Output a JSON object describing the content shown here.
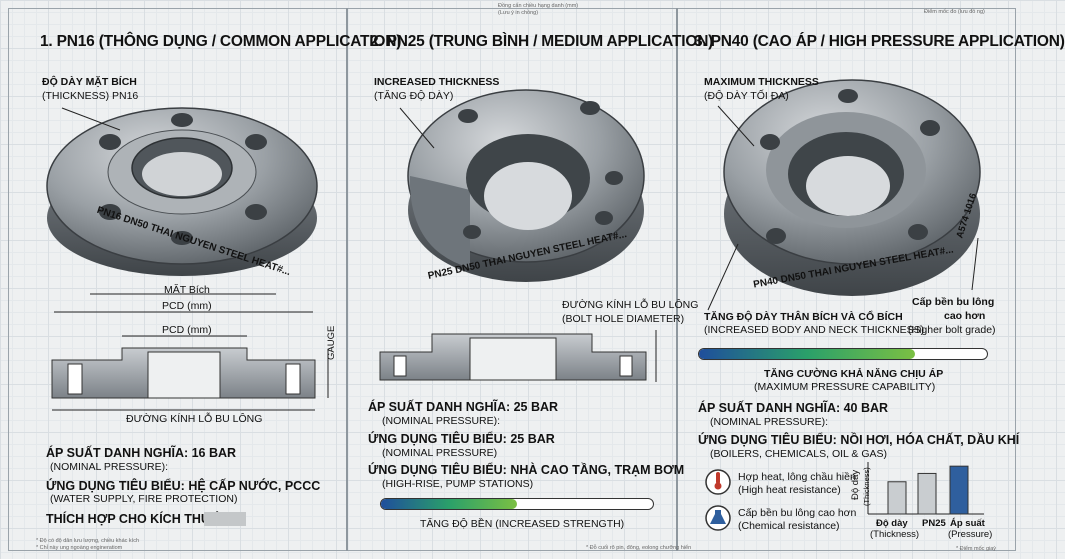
{
  "header": {
    "top_note": "Đồng cấn chiều hạng danh (mm)",
    "top_note2": "(Lưu ý in chồng)",
    "corner_note": "Điểm mốc đo (lưu đồ ng)"
  },
  "panels": [
    {
      "title": "1. PN16 (THÔNG DỤNG / COMMON APPLICATION)",
      "callout_vn": "ĐỘ DÀY MẶT BÍCH",
      "callout_en": "(THICKNESS) PN16",
      "flange_text": "PN16 DN50 THAI NGUYEN STEEL HEAT#...",
      "dim1": "MẶT Bích",
      "dim2": "PCD (mm)",
      "dim3": "PCD (mm)",
      "gauge": "GAUGE",
      "dim4": "ĐƯỜNG KÍNH LỖ BU LÔNG",
      "spec1_vn": "ÁP SUẤT DANH NGHĨA: 16 BAR",
      "spec1_en": "(NOMINAL PRESSURE):",
      "spec2_vn": "ỨNG DỤNG TIÊU BIỂU: HỆ CẤP NƯỚC, PCCC",
      "spec2_en": "(WATER SUPPLY, FIRE PROTECTION)",
      "spec3_vn": "THÍCH HỢP CHO KÍCH THƯỚC:",
      "foot1": "* Độ có độ dân lưu lượng, chiều khác kích",
      "foot2": "* Chỉ này ung ngoàng engineratiom"
    },
    {
      "title": "2. PN25 (TRUNG BÌNH / MEDIUM APPLICATION)",
      "callout_en": "INCREASED THICKNESS",
      "callout_vn": "(TĂNG ĐỘ DÀY)",
      "flange_text": "PN25 DN50 THAI NGUYEN STEEL HEAT#...",
      "bolt_vn": "ĐƯỜNG KÍNH LỖ BU LÔNG",
      "bolt_en": "(BOLT HOLE DIAMETER)",
      "spec1_vn": "ÁP SUẤT DANH NGHĨA: 25 BAR",
      "spec1_en": "(NOMINAL PRESSURE):",
      "spec2_vn": "ỨNG DỤNG TIÊU BIỂU:  25 BAR",
      "spec2_en": "(NOMINAL PRESSURE)",
      "spec3_vn": "ỨNG DỤNG TIÊU BIỂU: NHÀ CAO TẦNG, TRẠM BƠM",
      "spec3_en": "(HIGH-RISE, PUMP STATIONS)",
      "strength_label": "TĂNG ĐỘ BỀN (INCREASED STRENGTH)",
      "strength_fraction": 0.5,
      "foot": "* Đỗ cuối rõ pin, đông, eolong chưỡng hiển"
    },
    {
      "title": "3. PN40 (CAO ÁP / HIGH PRESSURE APPLICATION)",
      "callout_en": "MAXIMUM THICKNESS",
      "callout_vn": "(ĐỘ DÀY TỐI ĐA)",
      "flange_text": "PN40 DN50 THAI NGUYEN STEEL HEAT#...",
      "side_stamp": "A574 1016",
      "body_vn": "TĂNG ĐỘ DÀY THÂN BÍCH VÀ CỔ BÍCH",
      "body_en": "(INCREASED BODY AND NECK THICKNESS)",
      "bolt_vn1": "Cấp bền bu lông",
      "bolt_vn2": "cao hơn",
      "bolt_en": "(Higher bolt grade)",
      "capacity_vn": "TĂNG CƯỜNG KHẢ NĂNG CHỊU ÁP",
      "capacity_en": "(MAXIMUM PRESSURE CAPABILITY)",
      "capacity_fraction": 0.75,
      "spec1_vn": "ÁP SUẤT DANH NGHĨA: 40 BAR",
      "spec1_en": "(NOMINAL PRESSURE):",
      "spec2_vn": "ỨNG DỤNG TIÊU BIỂU: NỒI HƠI, HÓA CHẤT, DẦU KHÍ",
      "spec2_en": "(BOILERS, CHEMICALS, OIL & GAS)",
      "feat1_vn": "Hợp heat, lông chầu hiền",
      "feat1_en": "(High heat resistance)",
      "feat2_vn": "Cấp bền bu lông cao hơn",
      "feat2_en": "(Chemical resistance)",
      "foot": "* Điểm mốc giaỳ"
    }
  ],
  "chart_data": {
    "type": "bar",
    "categories": [
      "Độ dày\n(Thickness)",
      "PN25",
      "Áp suất\n(Pressure)"
    ],
    "cat_line1": [
      "Độ dày",
      "PN25",
      "Áp suất"
    ],
    "cat_line2": [
      "(Thickness)",
      "",
      "(Pressure)"
    ],
    "values": [
      0.62,
      0.78,
      0.92
    ],
    "ylabel": "Độ dày",
    "ylabel2": "(Thickness)",
    "colors": [
      "#c9cdd0",
      "#c9cdd0",
      "#2f5f9e"
    ]
  }
}
